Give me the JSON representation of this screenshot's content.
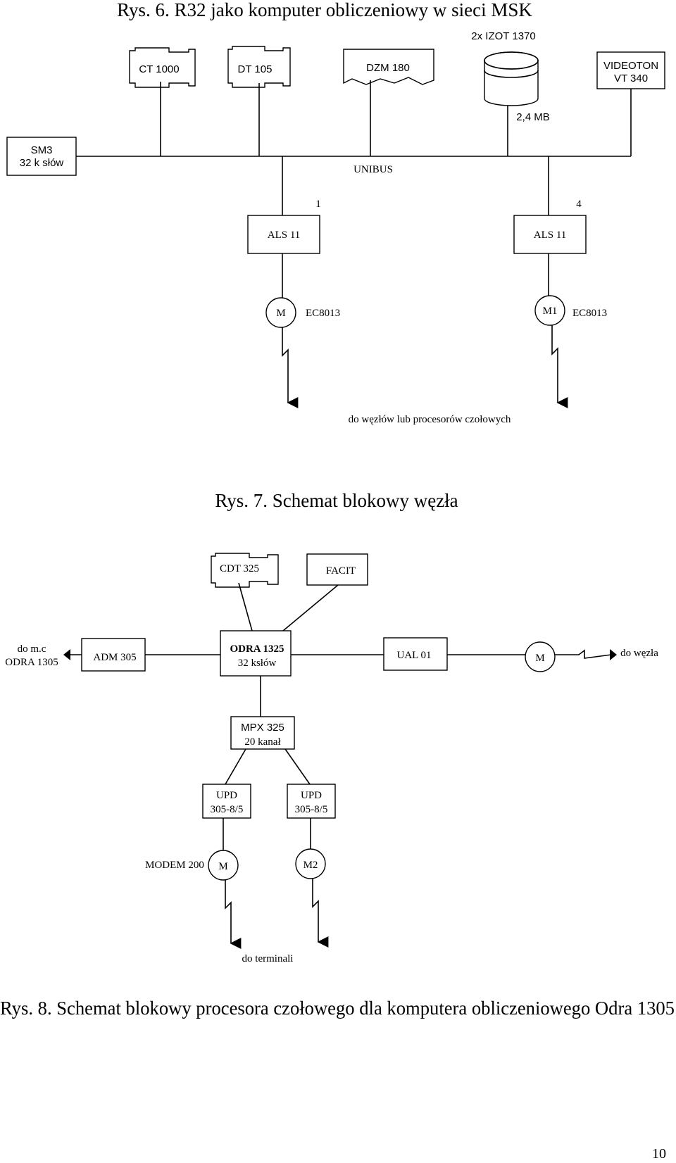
{
  "fig6": {
    "caption": "Rys. 6. R32 jako komputer obliczeniowy w sieci MSK",
    "izot": "2x IZOT 1370",
    "ct1000": "CT 1000",
    "dt105": "DT 105",
    "dzm180": "DZM 180",
    "videoton_1": "VIDEOTON",
    "videoton_2": "VT 340",
    "disk_size": "2,4 MB",
    "sm3_1": "SM3",
    "sm3_2": "32 k słów",
    "unibus": "UNIBUS",
    "line1": "1",
    "line4": "4",
    "als_left": "ALS 11",
    "als_right": "ALS 11",
    "modem_left": "M",
    "ec_left": "EC8013",
    "modem_right": "M1",
    "ec_right": "EC8013",
    "note": "do węzłów lub procesorów czołowych"
  },
  "fig7": {
    "caption": "Rys. 7. Schemat blokowy węzła",
    "cdt": "CDT 325",
    "facit": "FACIT",
    "to_odra_1": "do m.c",
    "to_odra_2": "ODRA 1305",
    "adm": "ADM 305",
    "odra_1": "ODRA 1325",
    "odra_2": "32 ksłów",
    "ual": "UAL 01",
    "modem": "M",
    "to_node": "do węzła",
    "mpx_1": "MPX 325",
    "mpx_2": "20 kanał",
    "upd1_1": "UPD",
    "upd1_2": "305-8/5",
    "upd2_1": "UPD",
    "upd2_2": "305-8/5",
    "modem200": "MODEM 200",
    "m_left": "M",
    "m_right": "M2",
    "to_terminals": "do terminali"
  },
  "fig8": {
    "caption": "Rys. 8. Schemat blokowy procesora czołowego dla komputera obliczeniowego Odra 1305"
  },
  "page_number": "10"
}
